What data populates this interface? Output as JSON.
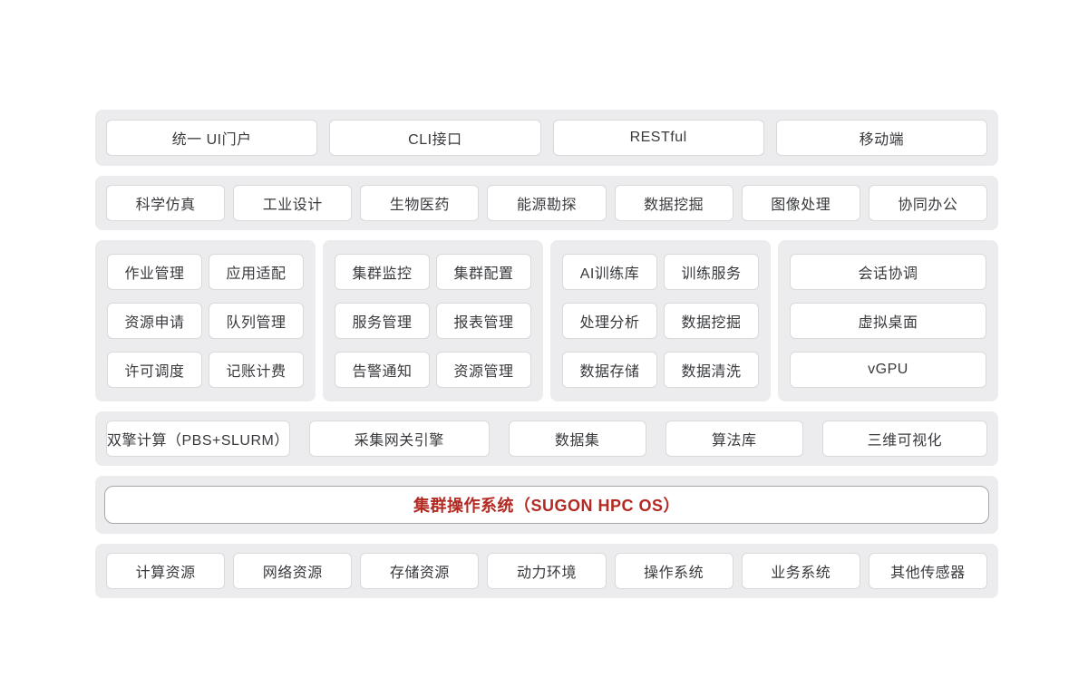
{
  "colors": {
    "accent_red": "#b42a23",
    "band_background": "#ececee",
    "card_border": "#d9d9d9",
    "text": "#37393c"
  },
  "layers": {
    "access": {
      "items": [
        "统一 UI门户",
        "CLI接口",
        "RESTful",
        "移动端"
      ]
    },
    "applications": {
      "items": [
        "科学仿真",
        "工业设计",
        "生物医药",
        "能源勘探",
        "数据挖掘",
        "图像处理",
        "协同办公"
      ]
    },
    "modules": {
      "group1": {
        "items": [
          "作业管理",
          "应用适配",
          "资源申请",
          "队列管理",
          "许可调度",
          "记账计费"
        ]
      },
      "group2": {
        "items": [
          "集群监控",
          "集群配置",
          "服务管理",
          "报表管理",
          "告警通知",
          "资源管理"
        ]
      },
      "group3": {
        "items": [
          "AI训练库",
          "训练服务",
          "处理分析",
          "数据挖掘",
          "数据存储",
          "数据清洗"
        ]
      },
      "group4": {
        "items": [
          "会话协调",
          "虚拟桌面",
          "vGPU"
        ]
      }
    },
    "engines": {
      "items": [
        "双擎计算（PBS+SLURM）",
        "采集网关引擎",
        "数据集",
        "算法库",
        "三维可视化"
      ]
    },
    "os": {
      "label": "集群操作系统（SUGON HPC OS）"
    },
    "resources": {
      "items": [
        "计算资源",
        "网络资源",
        "存储资源",
        "动力环境",
        "操作系统",
        "业务系统",
        "其他传感器"
      ]
    }
  }
}
